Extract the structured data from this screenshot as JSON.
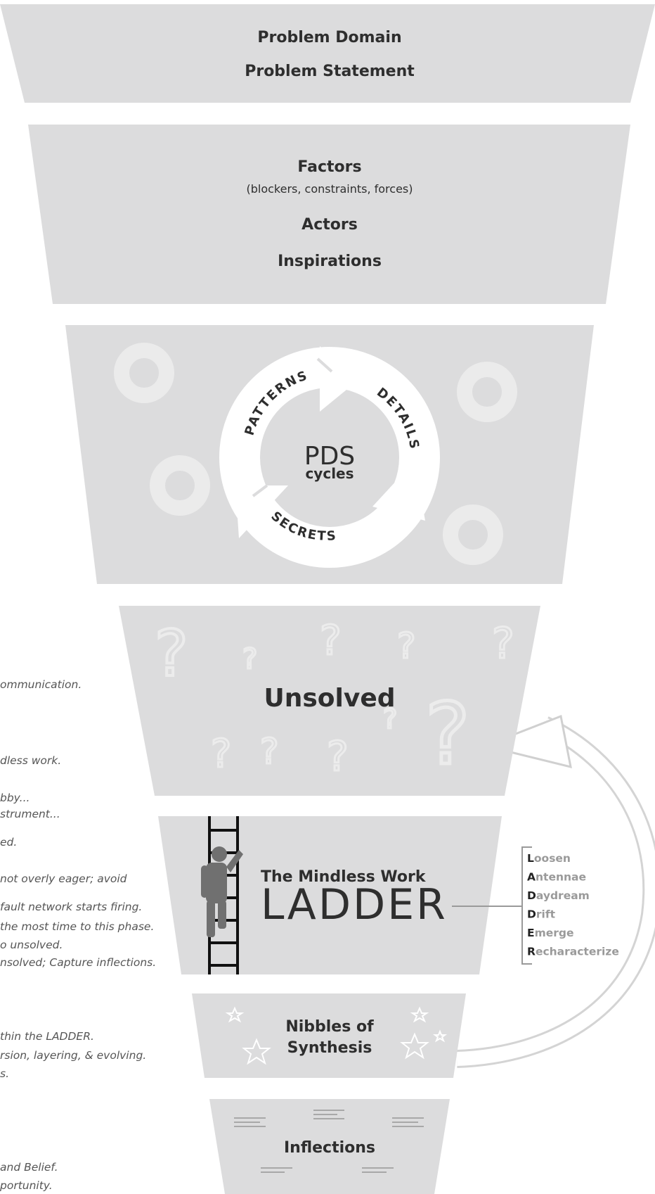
{
  "tiers": {
    "domain": {
      "title": "Problem Domain",
      "subtitle": "Problem Statement"
    },
    "factors": {
      "title": "Factors",
      "note": "(blockers, constraints, forces)",
      "actors": "Actors",
      "inspirations": "Inspirations"
    },
    "pds": {
      "title": "PDS",
      "subtitle": "cycles",
      "arrow_top": "PATTERNS",
      "arrow_right": "DETAILS",
      "arrow_bottom": "SECRETS"
    },
    "unsolved": {
      "title": "Unsolved"
    },
    "ladder": {
      "pre_title": "The Mindless Work",
      "title": "LADDER",
      "acronym": [
        {
          "initial": "L",
          "rest": "oosen"
        },
        {
          "initial": "A",
          "rest": "ntennae"
        },
        {
          "initial": "D",
          "rest": "aydream"
        },
        {
          "initial": "D",
          "rest": "rift"
        },
        {
          "initial": "E",
          "rest": "merge"
        },
        {
          "initial": "R",
          "rest": "echaracterize"
        }
      ]
    },
    "nibbles": {
      "line1": "Nibbles of",
      "line2": "Synthesis"
    },
    "inflections": {
      "title": "Inflections"
    }
  },
  "side_notes": [
    "ommunication.",
    "dless work.",
    "bby...",
    "strument...",
    "ed.",
    "not overly eager; avoid",
    "fault network starts firing.",
    "the most time to this phase.",
    "o unsolved.",
    "nsolved; Capture inflections.",
    "thin the LADDER.",
    "rsion, layering, & evolving.",
    "s.",
    "and Belief.",
    "portunity."
  ],
  "colors": {
    "band": "#dcdcdd",
    "arrow": "#ffffff",
    "dark_text": "#2e2e2e",
    "muted": "#9a9a9a"
  }
}
